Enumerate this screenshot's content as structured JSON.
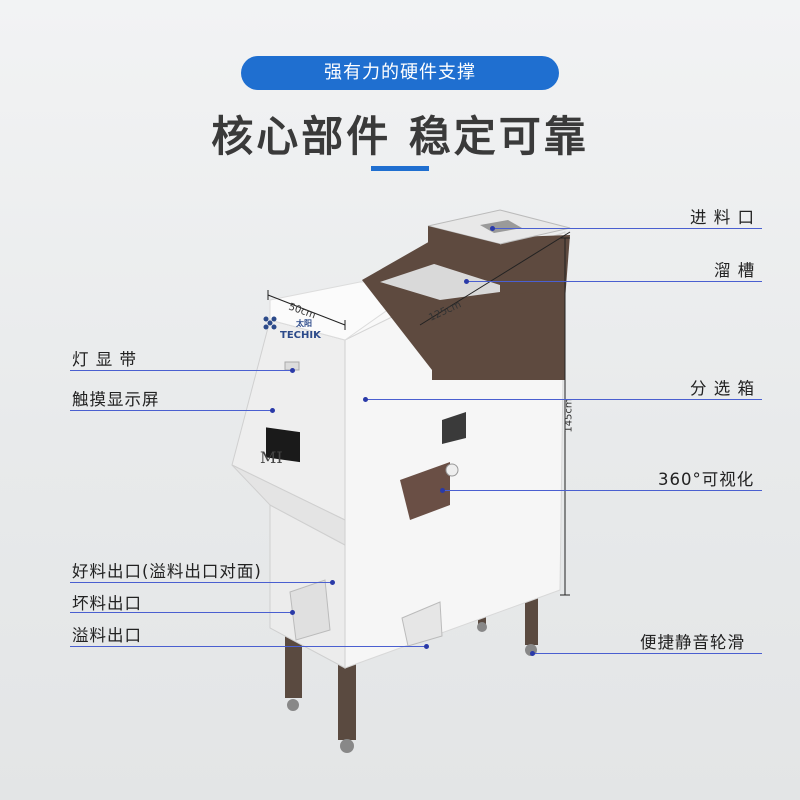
{
  "header": {
    "pill_text": "强有力的硬件支撑",
    "headline": "核心部件 稳定可靠"
  },
  "machine": {
    "brand_cn": "太阳",
    "brand_en": "TECHIK",
    "model": "MI",
    "dimensions": {
      "width": "50cm",
      "depth": "125cm",
      "height": "145cm"
    }
  },
  "callouts_right": [
    {
      "label": "进 料 口"
    },
    {
      "label": "溜 槽"
    },
    {
      "label": "分 选 箱"
    },
    {
      "label": "360°可视化"
    },
    {
      "label": "便捷静音轮滑"
    }
  ],
  "callouts_left": [
    {
      "label": "灯 显 带"
    },
    {
      "label": "触摸显示屏"
    },
    {
      "label": "好料出口(溢料出口对面)"
    },
    {
      "label": "坏料出口"
    },
    {
      "label": "溢料出口"
    }
  ],
  "colors": {
    "accent": "#1f6fd0",
    "line": "#4a5fd0",
    "body": "#f5f5f5",
    "brown": "#5e4a3f"
  }
}
